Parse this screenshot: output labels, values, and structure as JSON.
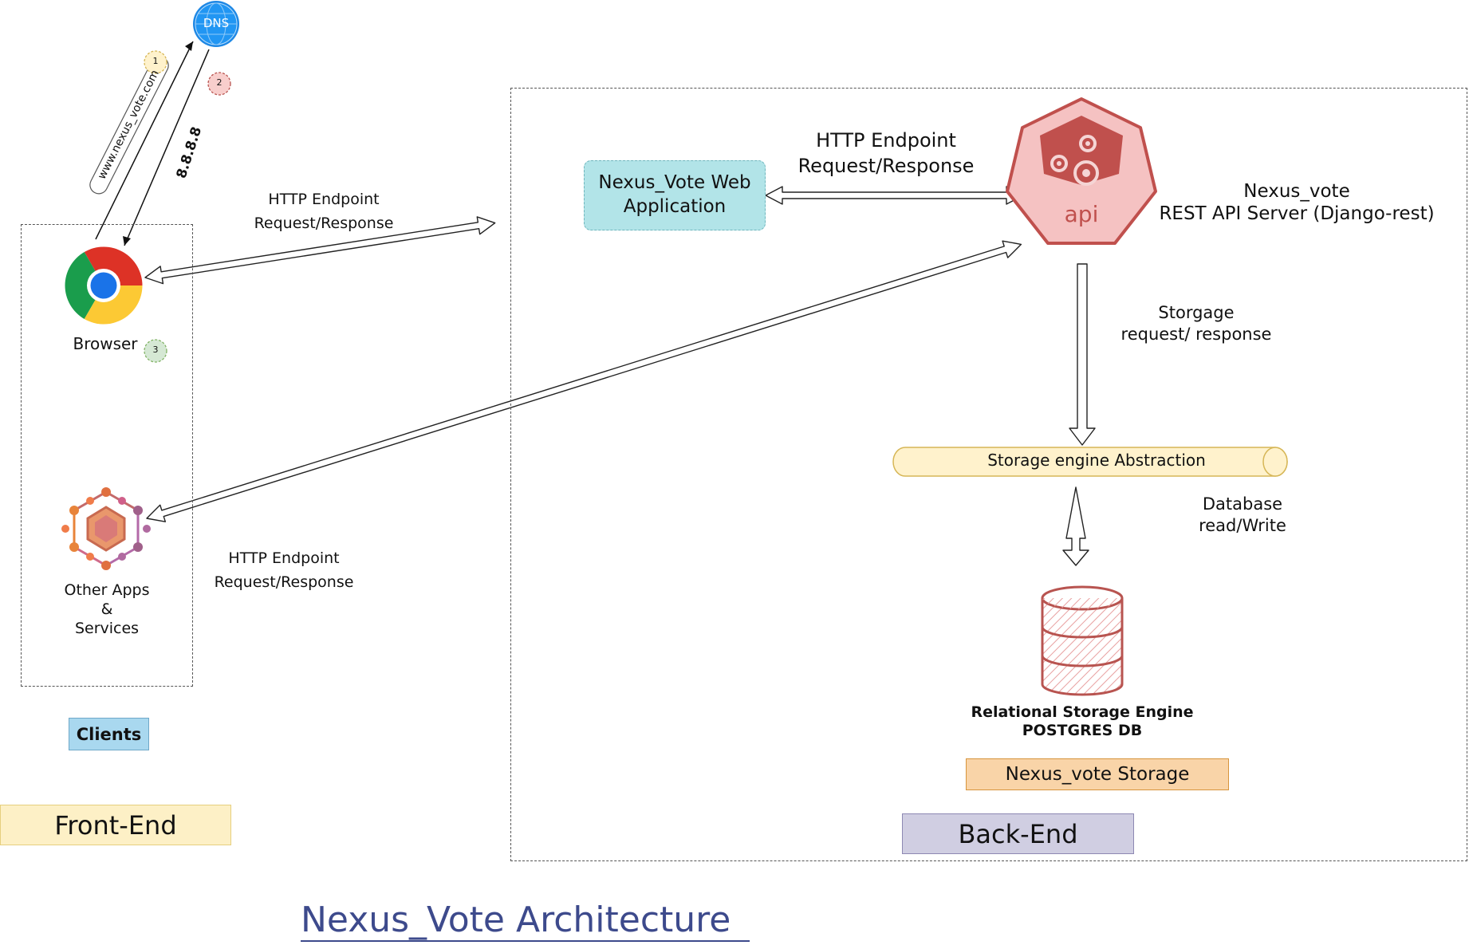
{
  "dns": {
    "label": "DNS"
  },
  "steps": {
    "one": "1",
    "two": "2",
    "three": "3"
  },
  "dns_query": "www.nexus_vote.com",
  "dns_answer": "8.8.8.8",
  "clients": {
    "browser_label": "Browser",
    "other_apps_label": [
      "Other Apps",
      "&",
      "Services"
    ],
    "group_label": "Clients"
  },
  "edges": {
    "browser_webapp": [
      "HTTP Endpoint",
      "Request/Response"
    ],
    "webapp_api": [
      "HTTP Endpoint",
      "Request/Response"
    ],
    "apps_api": [
      "HTTP Endpoint",
      "Request/Response"
    ],
    "api_storage": [
      "Storgage",
      "request/ response"
    ],
    "storage_db": [
      "Database",
      "read/Write"
    ]
  },
  "webapp": {
    "label": [
      "Nexus_Vote Web",
      "Application"
    ]
  },
  "api": {
    "icon_label": "api",
    "label": [
      "Nexus_vote",
      "REST API Server (Django-rest)"
    ]
  },
  "storage_abstraction": {
    "label": "Storage engine Abstraction"
  },
  "database": {
    "label": [
      "Relational Storage Engine",
      "POSTGRES DB"
    ],
    "group_label": "Nexus_vote Storage"
  },
  "sections": {
    "front_end": "Front-End",
    "back_end": "Back-End"
  },
  "title": "Nexus_Vote Architecture",
  "colors": {
    "dns_blue": "#1e88e5",
    "webapp_fill": "#b2e4e8",
    "api_fill": "#f5c2c2",
    "api_dark": "#c0504d",
    "storage_fill": "#fff2cc",
    "db_stroke": "#b85450",
    "clients_fill": "#a9d8ef",
    "nexus_storage_fill": "#f9d4a8",
    "front_end_fill": "#fdf0c6",
    "back_end_fill": "#d0cee2",
    "title_color": "#3d4a8c"
  }
}
